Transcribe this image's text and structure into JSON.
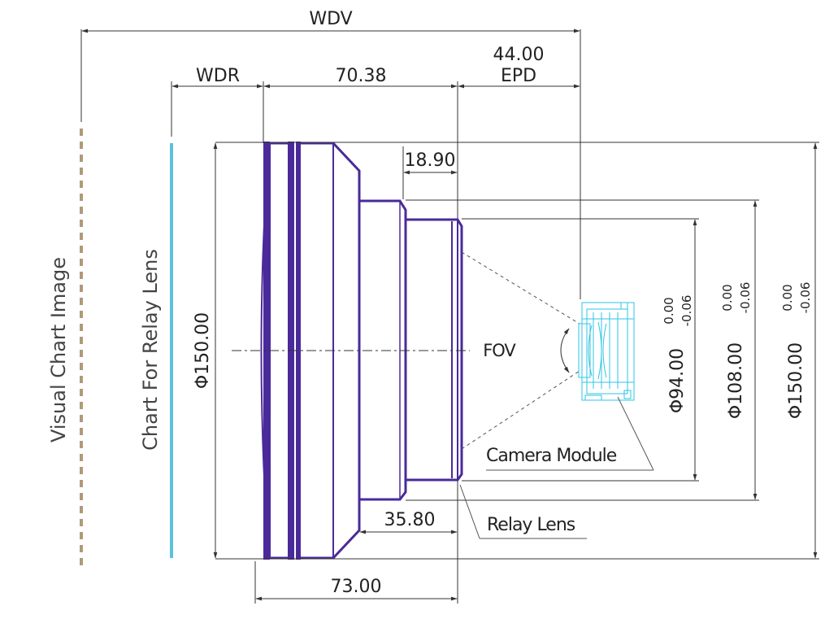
{
  "labels": {
    "wdv": "WDV",
    "wdr": "WDR",
    "epd_value": "44.00",
    "epd": "EPD",
    "length_70": "70.38",
    "length_18": "18.90",
    "length_35": "35.80",
    "length_73": "73.00",
    "fov": "FOV",
    "camera_module": "Camera Module",
    "relay_lens": "Relay Lens",
    "visual_chart_image": "Visual Chart Image",
    "chart_for_relay_lens": "Chart For Relay Lens",
    "dia_150_left": "Φ150.00",
    "dia_94": "Φ94.00",
    "dia_108": "Φ108.00",
    "dia_150_right": "Φ150.00",
    "tol_upper": "0.00",
    "tol_lower": "-0.06"
  },
  "colors": {
    "lens_outline": "#4a2a9a",
    "chart_line": "#5bc0de",
    "visual_chart_dash": "#b09a78",
    "camera_module": "#2ec4e6",
    "dimension_line": "#333333"
  }
}
